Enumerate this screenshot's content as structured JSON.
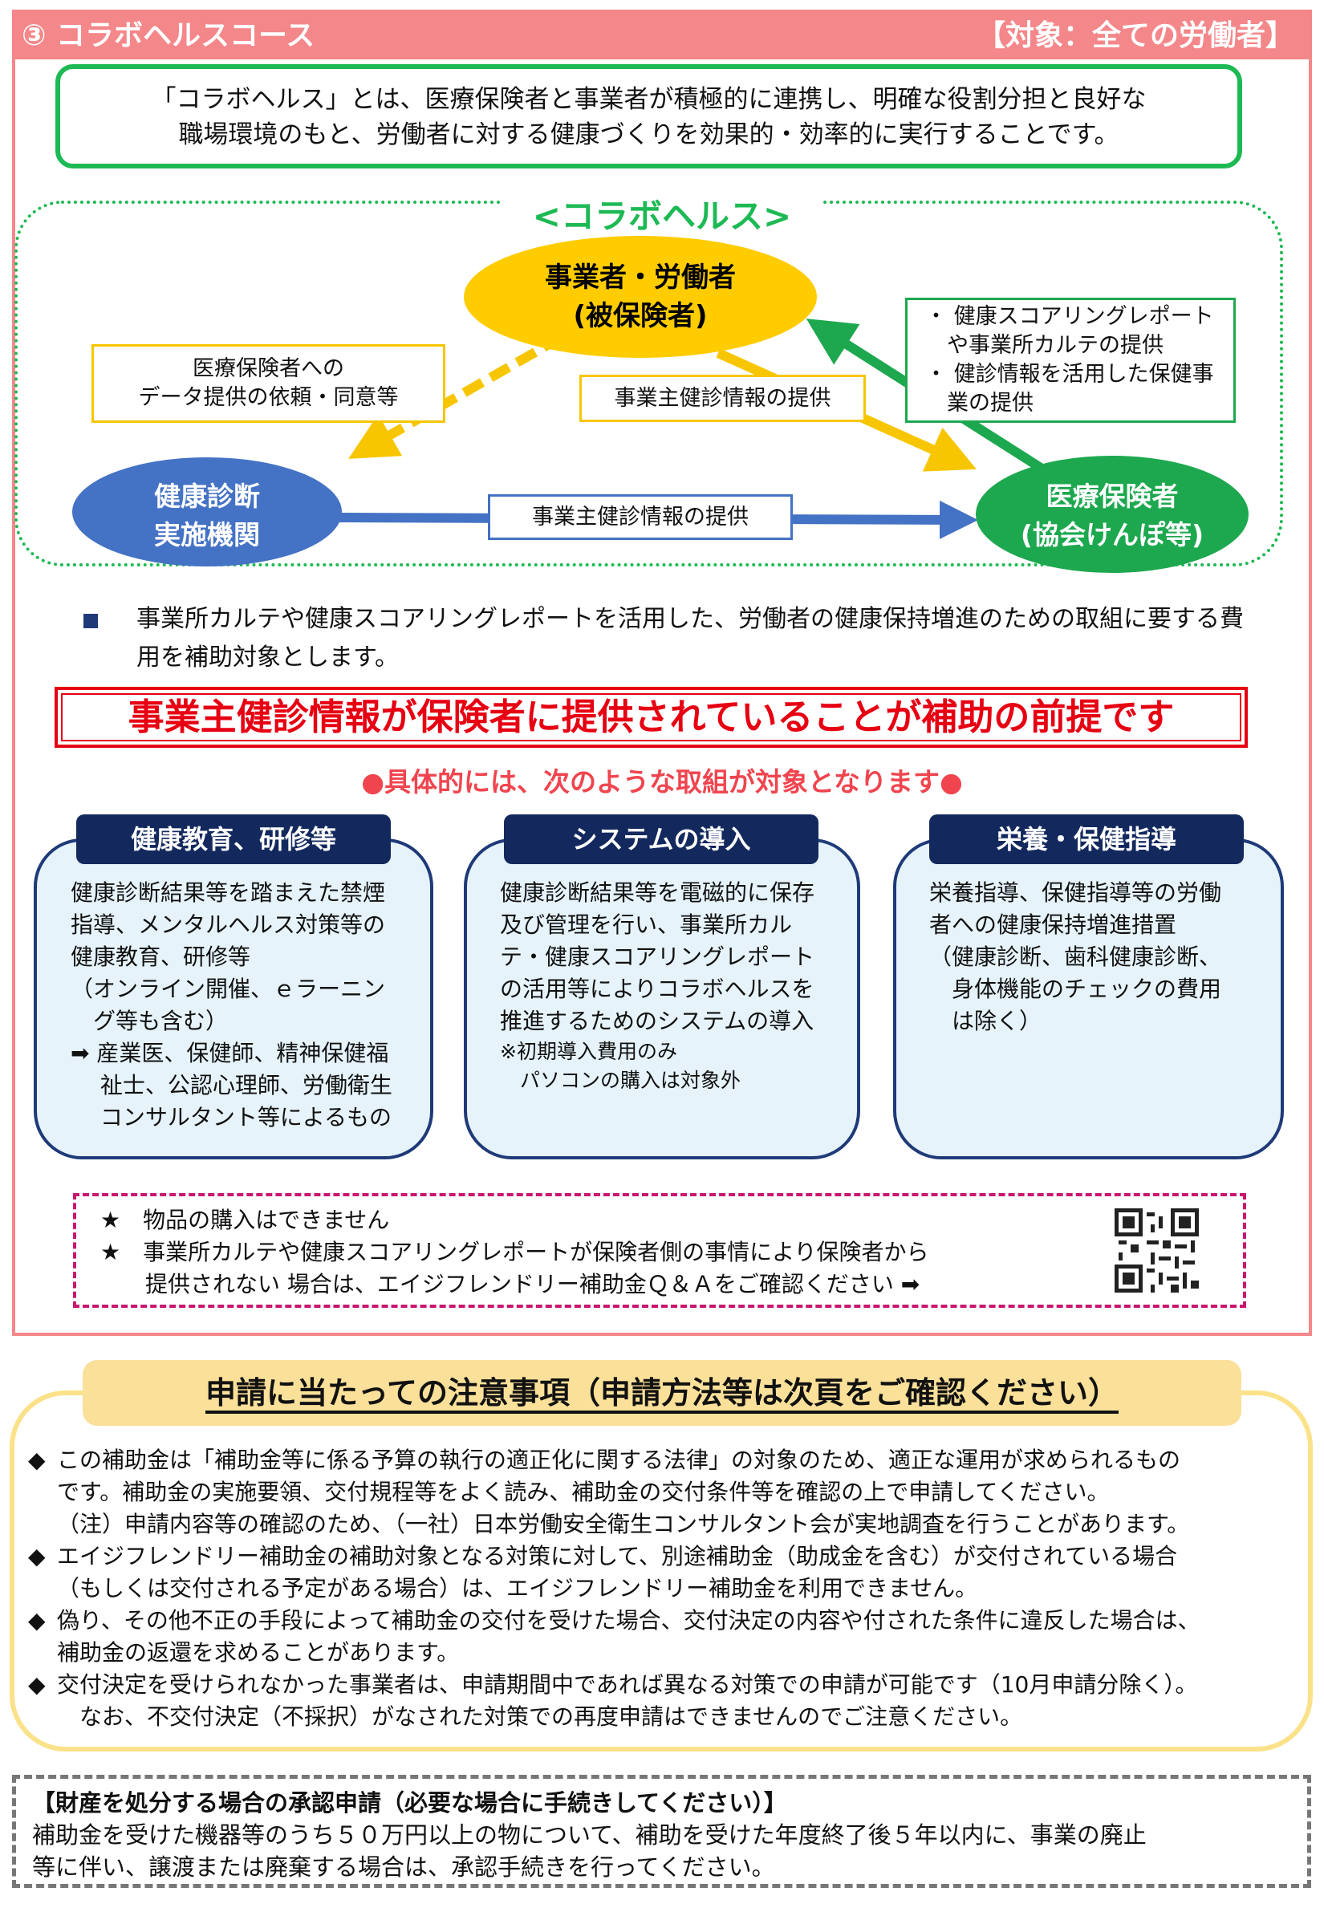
{
  "header": {
    "title": "③ コラボヘルスコース",
    "target": "【対象：全ての労働者】"
  },
  "definition": [
    "「コラボヘルス」とは、医療保険者と事業者が積極的に連携し、明確な役割分担と良好な",
    "職場環境のもと、労働者に対する健康づくりを効果的・効率的に実行することです。"
  ],
  "diagram": {
    "title": "<コラボヘルス>",
    "employer": [
      "事業者・労働者",
      "(被保険者)"
    ],
    "clinic": [
      "健康診断",
      "実施機関"
    ],
    "insurer": [
      "医療保険者",
      "(協会けんぽ等)"
    ],
    "left_box": [
      "医療保険者への",
      "データ提供の依頼・同意等"
    ],
    "middle_box": "事業主健診情報の提供",
    "bottom_box": "事業主健診情報の提供",
    "right_box": [
      "・ 健康スコアリングレポート",
      "　や事業所カルテの提供",
      "・ 健診情報を活用した保健事",
      "　業の提供"
    ]
  },
  "intro": "事業所カルテや健康スコアリングレポートを活用した、労働者の健康保持増進のための取組に要する費用を補助対象とします。",
  "premise": "事業主健診情報が保険者に提供されていることが補助の前提です",
  "subheading": "●具体的には、次のような取組が対象となります●",
  "cards": [
    {
      "title": "健康教育、研修等",
      "lines": [
        "健康診断結果等を踏まえた禁煙",
        "指導、メンタルヘルス対策等の",
        "健康教育、研修等",
        "（オンライン開催、ｅラーニン",
        "　グ等も含む）",
        "➡ 産業医、保健師、精神保健福",
        "　 祉士、公認心理師、労働衛生",
        "　 コンサルタント等によるもの"
      ]
    },
    {
      "title": "システムの導入",
      "lines": [
        "健康診断結果等を電磁的に保存",
        "及び管理を行い、事業所カル",
        "テ・健康スコアリングレポート",
        "の活用等によりコラボヘルスを",
        "推進するためのシステムの導入"
      ],
      "note": [
        "※初期導入費用のみ",
        "　パソコンの購入は対象外"
      ]
    },
    {
      "title": "栄養・保健指導",
      "lines": [
        "栄養指導、保健指導等の労働",
        "者への健康保持増進措置",
        "（健康診断、歯科健康診断、",
        "　身体機能のチェックの費用",
        "　は除く）"
      ]
    }
  ],
  "notes": [
    "★　物品の購入はできません",
    "★　事業所カルテや健康スコアリングレポートが保険者側の事情により保険者から",
    "　　提供されない 場合は、エイジフレンドリー補助金Ｑ＆Ａをご確認ください ➡"
  ],
  "cautions": {
    "title": "申請に当たっての注意事項（申請方法等は次頁をご確認ください）",
    "items": [
      {
        "bullet": "◆",
        "lines": [
          "この補助金は「補助金等に係る予算の執行の適正化に関する法律」の対象のため、適正な運用が求められるもの",
          "です。補助金の実施要領、交付規程等をよく読み、補助金の交付条件等を確認の上で申請してください。",
          "（注）申請内容等の確認のため、（一社）日本労働安全衛生コンサルタント会が実地調査を行うことがあります。"
        ]
      },
      {
        "bullet": "◆",
        "lines": [
          "エイジフレンドリー補助金の補助対象となる対策に対して、別途補助金（助成金を含む）が交付されている場合",
          "（もしくは交付される予定がある場合）は、エイジフレンドリー補助金を利用できません。"
        ]
      },
      {
        "bullet": "◆",
        "lines": [
          "偽り、その他不正の手段によって補助金の交付を受けた場合、交付決定の内容や付された条件に違反した場合は、",
          "補助金の返還を求めることがあります。"
        ]
      },
      {
        "bullet": "◆",
        "lines": [
          "交付決定を受けられなかった事業者は、申請期間中であれば異なる対策での申請が可能です（10月申請分除く）。",
          "　なお、不交付決定（不採択）がなされた対策での再度申請はできませんのでご注意ください。"
        ]
      }
    ]
  },
  "property": {
    "title": "【財産を処分する場合の承認申請（必要な場合に手続きしてください）】",
    "lines": [
      "補助金を受けた機器等のうち５０万円以上の物について、補助を受けた年度終了後５年以内に、事業の廃止",
      "等に伴い、譲渡または廃棄する場合は、承認手続きを行ってください。"
    ]
  }
}
